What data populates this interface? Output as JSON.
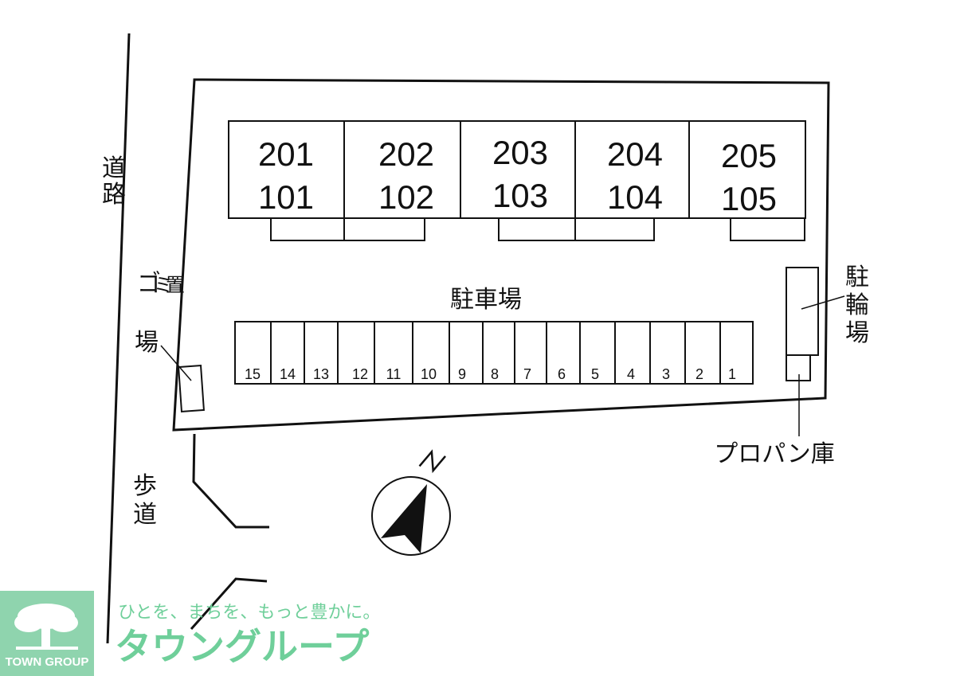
{
  "units": [
    {
      "upper": "201",
      "lower": "101"
    },
    {
      "upper": "202",
      "lower": "102"
    },
    {
      "upper": "203",
      "lower": "103"
    },
    {
      "upper": "204",
      "lower": "104"
    },
    {
      "upper": "205",
      "lower": "105"
    }
  ],
  "labels": {
    "road": "道路",
    "garbage": "ゴミ置場",
    "sidewalk": "歩道",
    "parking": "駐車場",
    "bicycle": "駐輪場",
    "propane": "プロパン庫",
    "north": "N"
  },
  "parking_spaces": [
    "15",
    "14",
    "13",
    "12",
    "11",
    "10",
    "9",
    "8",
    "7",
    "6",
    "5",
    "4",
    "3",
    "2",
    "1"
  ],
  "brand": {
    "tagline": "ひとを、まちを、もっと豊かに。",
    "name": "タウングループ",
    "logo_text": "TOWN GROUP",
    "color": "#6fcf9a",
    "logo_bg": "#8fd4ae"
  }
}
